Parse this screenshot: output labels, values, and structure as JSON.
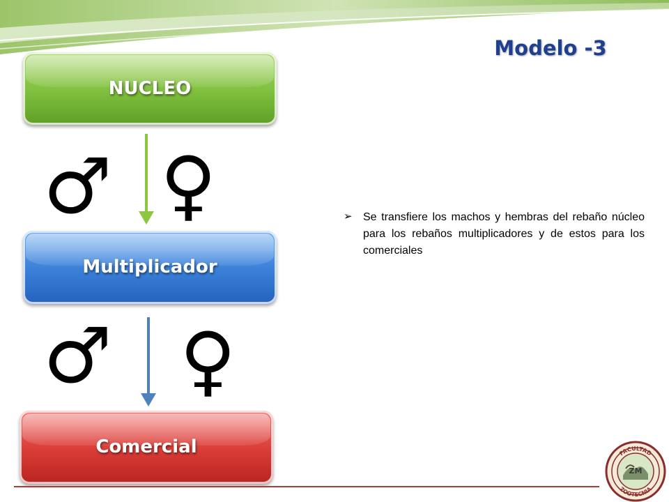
{
  "slide": {
    "title": "Modelo -3",
    "levels": [
      {
        "label": "NUCLEO",
        "color": "#7fbf3d"
      },
      {
        "label": "Multiplicador",
        "color": "#3a7fd8"
      },
      {
        "label": "Comercial",
        "color": "#d93c37"
      }
    ],
    "arrows": [
      {
        "from": "NUCLEO",
        "to": "Multiplicador",
        "color": "#8dc63f"
      },
      {
        "from": "Multiplicador",
        "to": "Comercial",
        "color": "#4f81bd"
      }
    ],
    "symbols": {
      "male": "♂",
      "female": "♀"
    },
    "bullet": {
      "marker": "➢",
      "text": "Se transfiere los machos y hembras del rebaño núcleo para los rebaños multiplicadores y de estos para los comerciales"
    },
    "logo": {
      "top_text": "FACULTAD",
      "bottom_text": "ZOOTECNIA",
      "center_text": "ZM"
    }
  }
}
